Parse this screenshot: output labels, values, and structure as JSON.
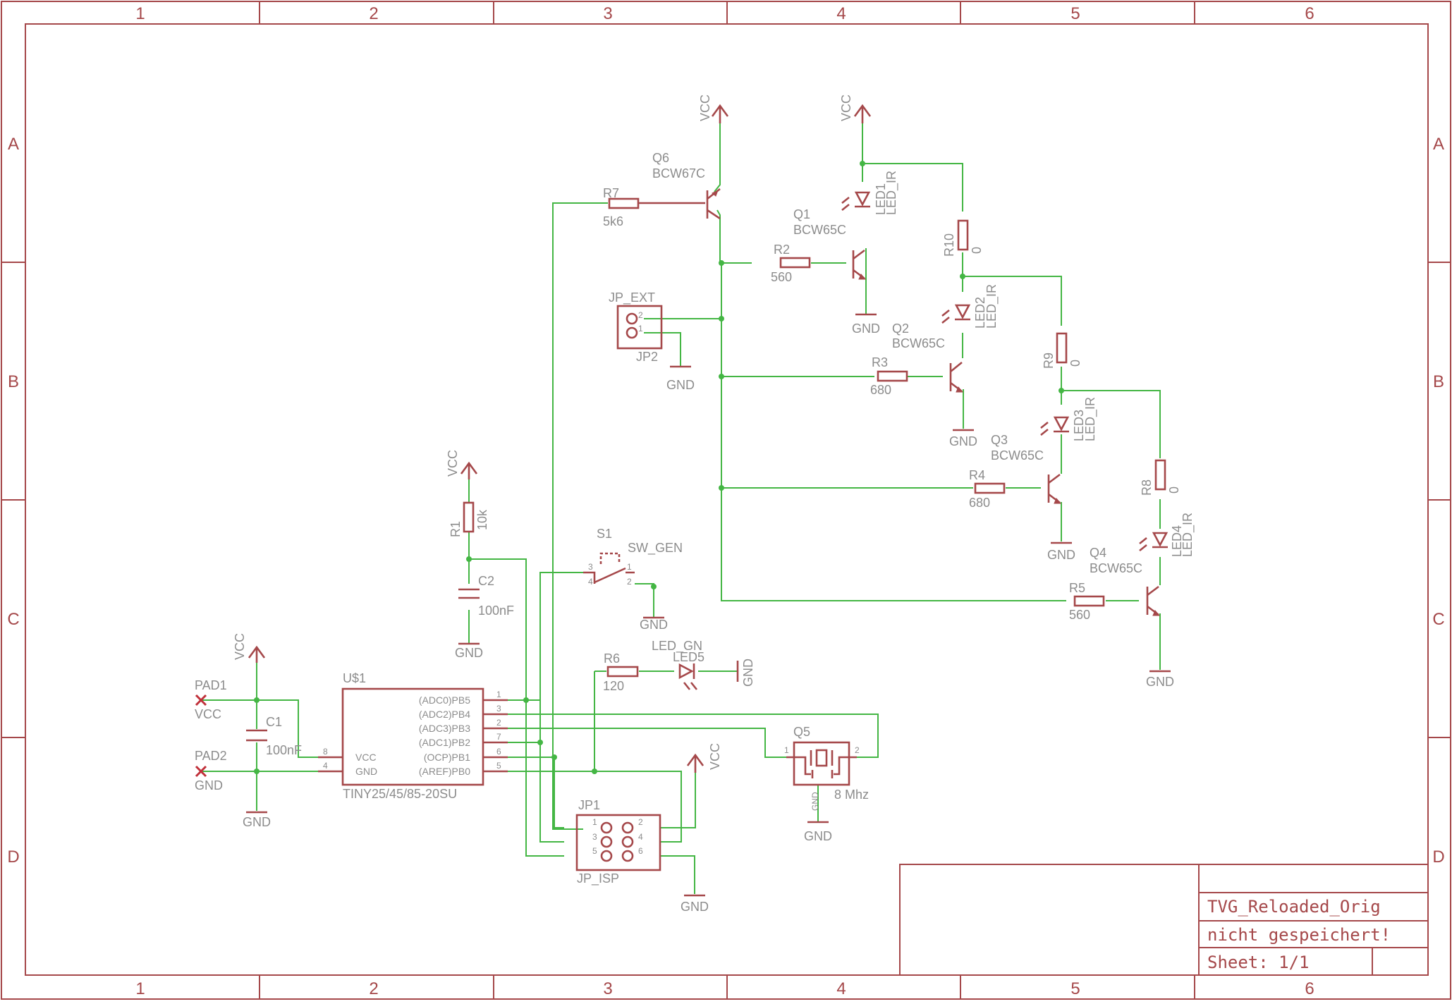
{
  "frame": {
    "columns": [
      "1",
      "2",
      "3",
      "4",
      "5",
      "6"
    ],
    "rows": [
      "A",
      "B",
      "C",
      "D"
    ]
  },
  "title_block": {
    "name": "TVG_Reloaded_Orig",
    "status": "nicht gespeichert!",
    "sheet": "Sheet: 1/1"
  },
  "supplies": {
    "vcc": "VCC",
    "gnd": "GND"
  },
  "parts": {
    "R1": {
      "name": "R1",
      "value": "10k"
    },
    "R2": {
      "name": "R2",
      "value": "560"
    },
    "R3": {
      "name": "R3",
      "value": "680"
    },
    "R4": {
      "name": "R4",
      "value": "680"
    },
    "R5": {
      "name": "R5",
      "value": "560"
    },
    "R6": {
      "name": "R6",
      "value": "120"
    },
    "R7": {
      "name": "R7",
      "value": "5k6"
    },
    "R8": {
      "name": "R8",
      "value": "0"
    },
    "R9": {
      "name": "R9",
      "value": "0"
    },
    "R10": {
      "name": "R10",
      "value": "0"
    },
    "C1": {
      "name": "C1",
      "value": "100nF"
    },
    "C2": {
      "name": "C2",
      "value": "100nF"
    },
    "Q1": {
      "name": "Q1",
      "value": "BCW65C"
    },
    "Q2": {
      "name": "Q2",
      "value": "BCW65C"
    },
    "Q3": {
      "name": "Q3",
      "value": "BCW65C"
    },
    "Q4": {
      "name": "Q4",
      "value": "BCW65C"
    },
    "Q6": {
      "name": "Q6",
      "value": "BCW67C"
    },
    "Q5": {
      "name": "Q5",
      "value": "8 Mhz"
    },
    "LED1": {
      "name": "LED1",
      "value": "LED_IR"
    },
    "LED2": {
      "name": "LED2",
      "value": "LED_IR"
    },
    "LED3": {
      "name": "LED3",
      "value": "LED_IR"
    },
    "LED4": {
      "name": "LED4",
      "value": "LED_IR"
    },
    "LED5": {
      "name": "LED5",
      "value": "LED_GN"
    },
    "S1": {
      "name": "S1",
      "value": "SW_GEN"
    },
    "JP2": {
      "name": "JP_EXT",
      "value": "JP2"
    },
    "JP1": {
      "name": "JP1",
      "value": "JP_ISP"
    },
    "PAD1": {
      "name": "PAD1",
      "value": "VCC"
    },
    "PAD2": {
      "name": "PAD2",
      "value": "GND"
    },
    "U1": {
      "name": "U$1",
      "value": "TINY25/45/85-20SU",
      "left_pins": [
        {
          "num": "8",
          "name": "VCC"
        },
        {
          "num": "4",
          "name": "GND"
        }
      ],
      "right_pins": [
        {
          "num": "1",
          "name": "(ADC0)PB5"
        },
        {
          "num": "3",
          "name": "(ADC2)PB4"
        },
        {
          "num": "2",
          "name": "(ADC3)PB3"
        },
        {
          "num": "7",
          "name": "(ADC1)PB2"
        },
        {
          "num": "6",
          "name": "(OCP)PB1"
        },
        {
          "num": "5",
          "name": "(AREF)PB0"
        }
      ]
    }
  },
  "pin_numbers": {
    "p1": "1",
    "p2": "2",
    "p3": "3",
    "p4": "4",
    "p5": "5",
    "p6": "6"
  }
}
